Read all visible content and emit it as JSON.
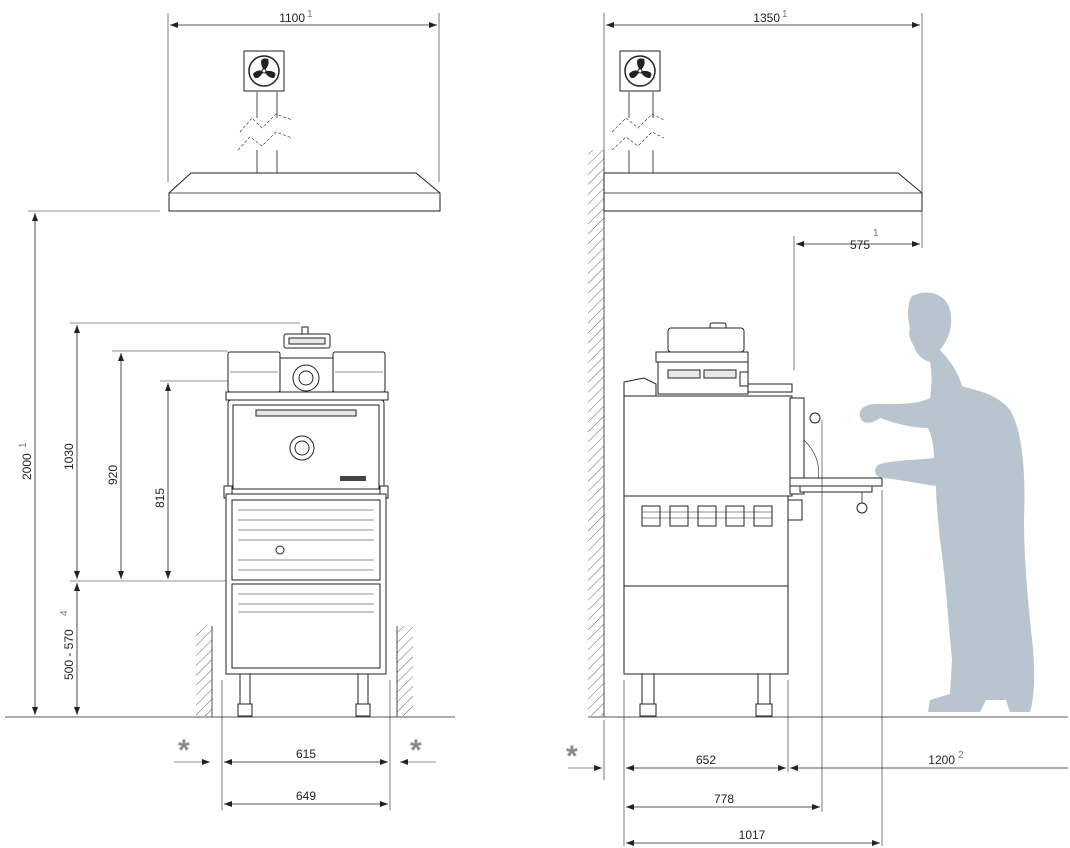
{
  "dimensions": {
    "front_hood_width": "1100",
    "front_hood_width_note": "1",
    "front_ceiling_height": "2000",
    "front_ceiling_height_note": "1",
    "front_height_total": "1030",
    "front_height_mid": "920",
    "front_height_low": "815",
    "front_stand_height": "500 - 570",
    "front_stand_height_note": "4",
    "front_width_inner": "615",
    "front_width_outer": "649",
    "side_hood_depth": "1350",
    "side_hood_depth_note": "1",
    "side_hood_offset": "575",
    "side_hood_offset_note": "1",
    "side_depth_body": "652",
    "side_depth_door": "778",
    "side_depth_total": "1017",
    "side_clearance": "1200",
    "side_clearance_note": "2"
  },
  "markers": {
    "clearance_star": "*"
  },
  "colors": {
    "line": "#222222",
    "silhouette": "#b9c5ce",
    "marker": "#8a8a8a"
  }
}
